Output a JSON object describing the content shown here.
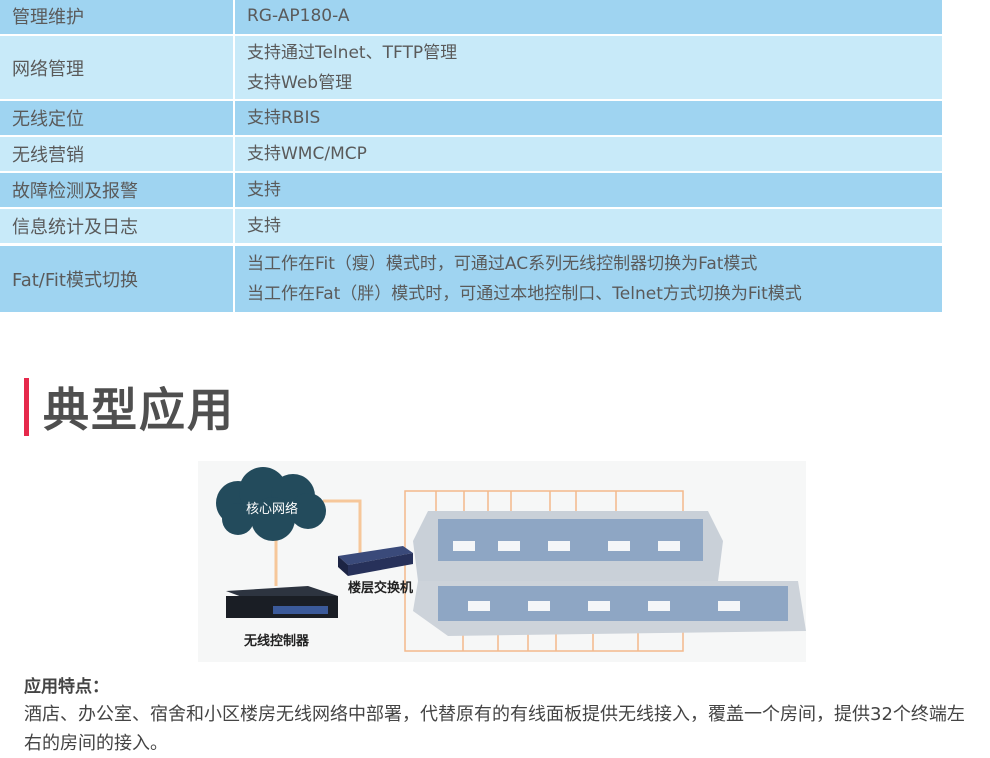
{
  "spec_table": {
    "rows": [
      {
        "label": "管理维护",
        "values": [
          "RG-AP180-A"
        ]
      },
      {
        "label": "网络管理",
        "values": [
          "支持通过Telnet、TFTP管理",
          "支持Web管理"
        ]
      },
      {
        "label": "无线定位",
        "values": [
          "支持RBIS"
        ]
      },
      {
        "label": "无线营销",
        "values": [
          "支持WMC/MCP"
        ]
      },
      {
        "label": "故障检测及报警",
        "values": [
          "支持"
        ]
      },
      {
        "label": "信息统计及日志",
        "values": [
          "支持"
        ]
      },
      {
        "label": "Fat/Fit模式切换",
        "values": [
          "当工作在Fit（瘦）模式时，可通过AC系列无线控制器切换为Fat模式",
          "当工作在Fat（胖）模式时，可通过本地控制口、Telnet方式切换为Fit模式"
        ]
      }
    ]
  },
  "section": {
    "title": "典型应用",
    "accent": "#e6294b"
  },
  "diagram": {
    "cloud_label": "核心网络",
    "switch_label": "楼层交换机",
    "controller_label": "无线控制器"
  },
  "features": {
    "title": "应用特点：",
    "text": "酒店、办公室、宿舍和小区楼房无线网络中部署，代替原有的有线面板提供无线接入，覆盖一个房间，提供32个终端左右的房间的接入。"
  }
}
